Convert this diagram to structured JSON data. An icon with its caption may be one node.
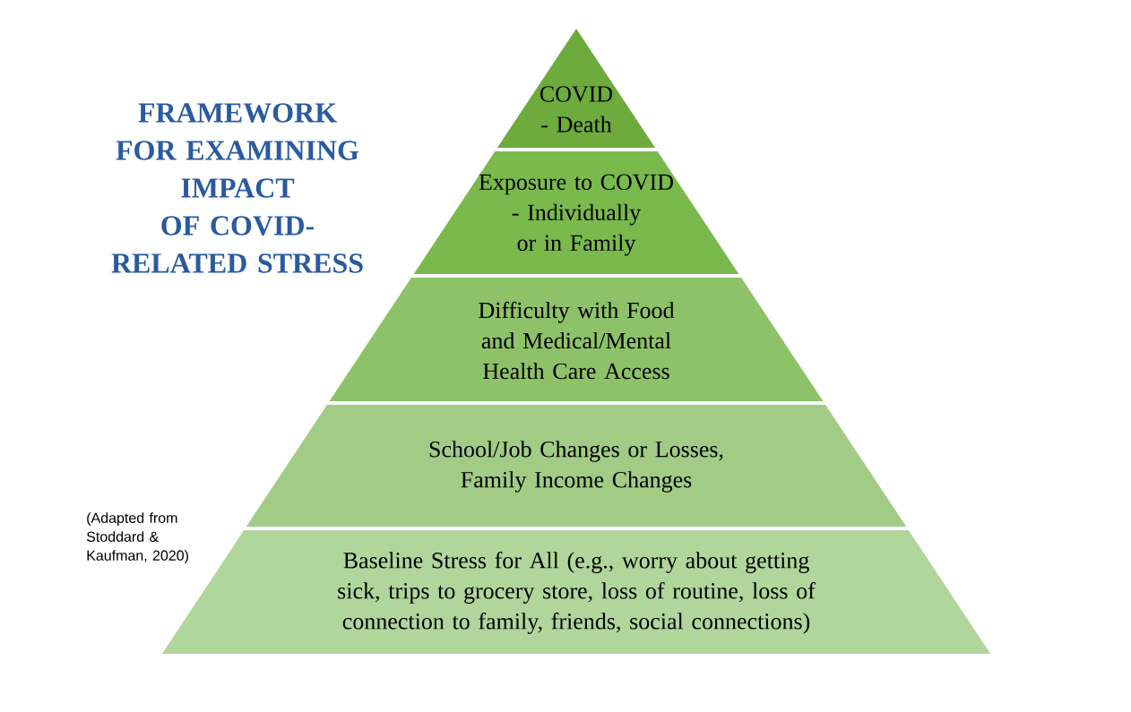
{
  "diagram": {
    "title": "FRAMEWORK FOR EXAMINING IMPACT OF COVID- RELATED STRESS",
    "nodes": [
      {
        "text": [
          "COVID - Death"
        ]
      },
      {
        "text": [
          "Exposure to COVID - Individually or in Family"
        ]
      },
      {
        "text": [
          "Difficulty with Food and Medical/Mental Health Care Access"
        ]
      },
      {
        "text": [
          "School/Job Changes or Losses, Family Income Changes"
        ]
      },
      {
        "text": [
          "Baseline Stress for All (e.g., worry about getting sick, trips to grocery store, loss of routine, loss of connection to family, friends, social connections)"
        ]
      }
    ],
    "labels": [
      "(Adapted from Stoddard & Kaufman, 2020)"
    ]
  }
}
